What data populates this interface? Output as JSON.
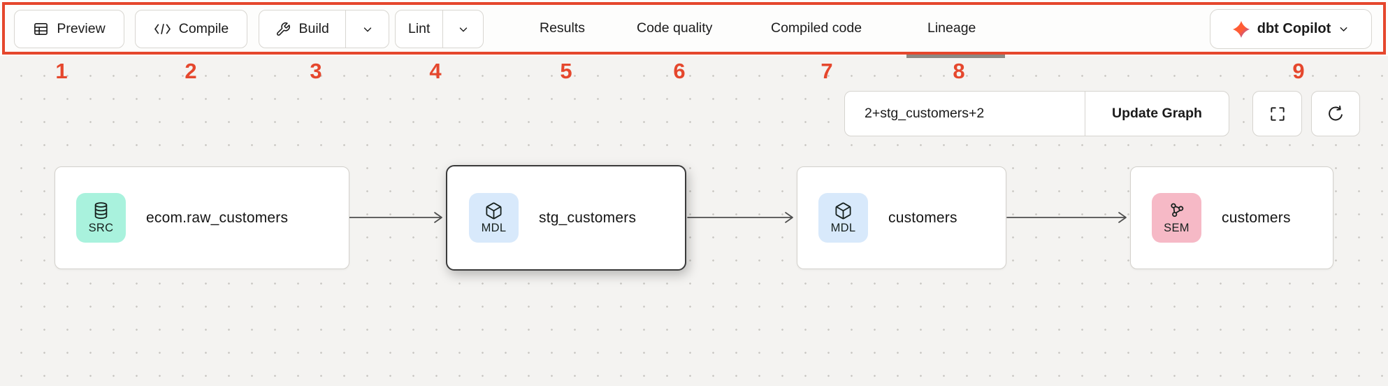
{
  "annotation": {
    "color": "#e5472d",
    "numbers": [
      "1",
      "2",
      "3",
      "4",
      "5",
      "6",
      "7",
      "8",
      "9"
    ]
  },
  "toolbar": {
    "buttons": {
      "preview": {
        "label": "Preview",
        "icon": "table-icon"
      },
      "compile": {
        "label": "Compile",
        "icon": "code-icon"
      },
      "build": {
        "label": "Build",
        "icon": "wrench-icon",
        "has_dropdown": true
      },
      "lint": {
        "label": "Lint",
        "has_dropdown": true
      }
    },
    "tabs": [
      {
        "label": "Results",
        "active": false
      },
      {
        "label": "Code quality",
        "active": false
      },
      {
        "label": "Compiled code",
        "active": false
      },
      {
        "label": "Lineage",
        "active": true
      }
    ],
    "copilot": {
      "label": "dbt Copilot",
      "icon": "dbt-logo-icon",
      "has_dropdown": true
    }
  },
  "lineage": {
    "selector": {
      "value": "2+stg_customers+2",
      "button_label": "Update Graph"
    },
    "controls": {
      "fullscreen": "fullscreen-icon",
      "refresh": "refresh-icon"
    },
    "nodes": [
      {
        "badge": "SRC",
        "badge_color": "#a9f2dd",
        "icon": "database-icon",
        "label": "ecom.raw_customers",
        "selected": false
      },
      {
        "badge": "MDL",
        "badge_color": "#d8e9fb",
        "icon": "cube-icon",
        "label": "stg_customers",
        "selected": true
      },
      {
        "badge": "MDL",
        "badge_color": "#d8e9fb",
        "icon": "cube-icon",
        "label": "customers",
        "selected": false
      },
      {
        "badge": "SEM",
        "badge_color": "#f6b9c6",
        "icon": "semantic-model-icon",
        "label": "customers",
        "selected": false
      }
    ]
  }
}
